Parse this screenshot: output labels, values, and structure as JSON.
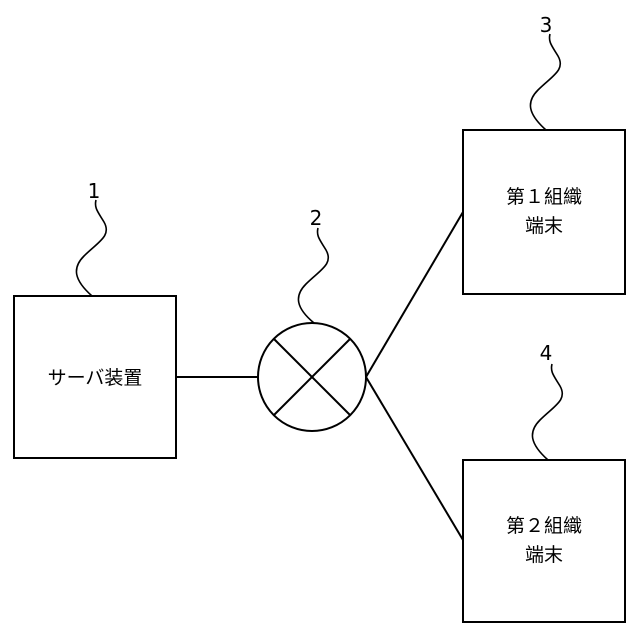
{
  "server": {
    "ref": "1",
    "label": "サーバ装置"
  },
  "network": {
    "ref": "2"
  },
  "terminal1": {
    "ref": "3",
    "line1": "第１組織",
    "line2": "端末"
  },
  "terminal2": {
    "ref": "4",
    "line1": "第２組織",
    "line2": "端末"
  }
}
